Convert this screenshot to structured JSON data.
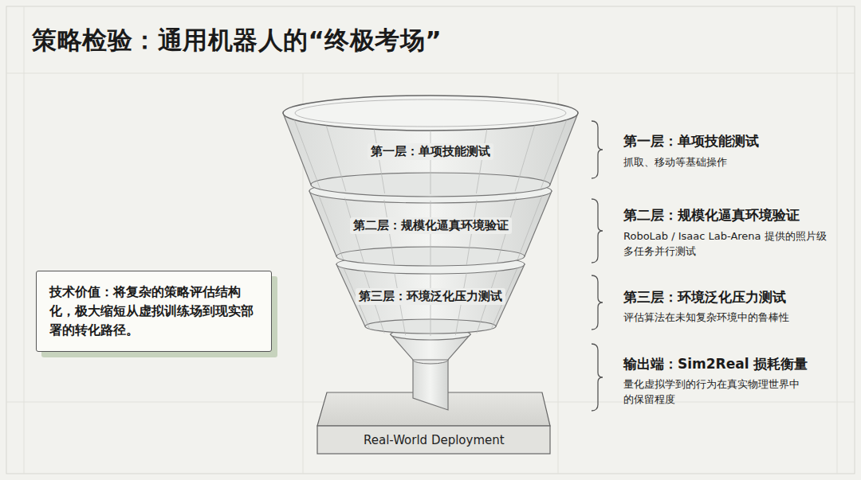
{
  "diagram": {
    "title": "策略检验：通用机器人的“终极考场”",
    "nodes": [
      {
        "text": [
          "第一层：单项技能测试"
        ]
      },
      {
        "text": [
          "第二层：规模化逼真环境验证"
        ]
      },
      {
        "text": [
          "第三层：环境泛化压力测试"
        ]
      },
      {
        "text": [
          "Real-World Deployment"
        ]
      },
      {
        "text": [
          "技术价值：",
          "将复杂的策略评估结构化，极大缩短从虚拟训练场到现实部署的转化路径。"
        ]
      }
    ],
    "labels": [
      "第一层：单项技能测试",
      "抓取、移动等基础操作",
      "第二层：规模化逼真环境验证",
      "RoboLab / Isaac Lab-Arena 提供的照片级多任务并行测试",
      "第三层：环境泛化压力测试",
      "评估算法在未知复杂环境中的鲁棒性",
      "输出端：Sim2Real 损耗衡量",
      "量化虚拟学到的行为在真实物理世界中的保留程度"
    ]
  }
}
